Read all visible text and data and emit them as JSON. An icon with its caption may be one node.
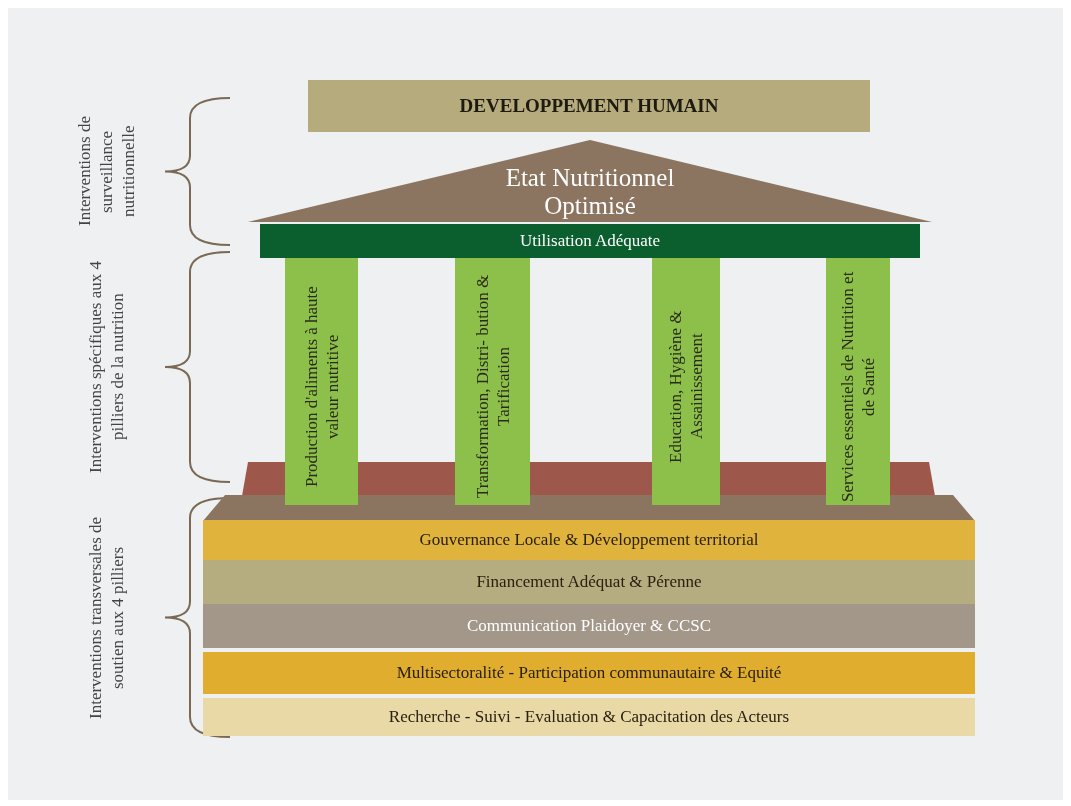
{
  "diagram": {
    "nodes": [
      {
        "text": [
          "DEVELOPPEMENT HUMAIN"
        ]
      },
      {
        "text": [
          "Etat Nutritionnel Optimisé"
        ]
      },
      {
        "text": [
          "Utilisation Adéquate"
        ]
      },
      {
        "text": [
          "Production d'aliments à haute valeur nutritive"
        ]
      },
      {
        "text": [
          "Transformation, Distri- bution & Tarification"
        ]
      },
      {
        "text": [
          "Education, Hygiène & Assainissement"
        ]
      },
      {
        "text": [
          "Services essentiels de Nutrition et de Santé"
        ]
      },
      {
        "text": [],
        "shape": "bar"
      },
      {
        "text": [],
        "shape": "bar"
      },
      {
        "text": [
          "Gouvernance Locale & Développement territorial"
        ]
      },
      {
        "text": [
          "Financement Adéquat & Pérenne"
        ]
      },
      {
        "text": [
          "Communication Plaidoyer & CCSC"
        ]
      },
      {
        "text": [
          "Multisectoralité - Participation communautaire & Equité"
        ]
      },
      {
        "text": [
          "Recherche - Suivi - Evaluation & Capacitation des Acteurs"
        ]
      }
    ],
    "labels": [
      "Interventions de surveillance nutritionnelle",
      "Interventions spécifiques aux 4 pilliers de la nutrition",
      "Interventions transversales de soutien aux 4 pilliers"
    ]
  }
}
